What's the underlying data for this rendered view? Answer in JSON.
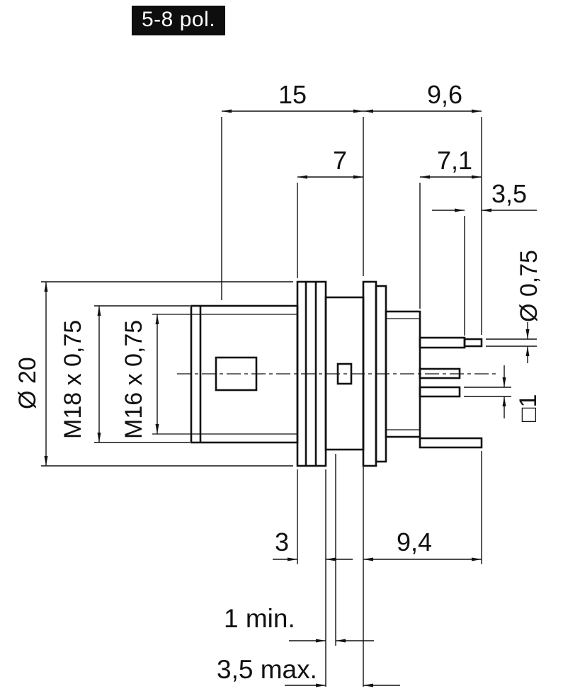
{
  "badge": {
    "label": "5-8 pol."
  },
  "drawing": {
    "dims": {
      "d15": "15",
      "d96": "9,6",
      "d7": "7",
      "d71": "7,1",
      "d35": "3,5",
      "dia075": "Ø 0,75",
      "sq1": "□1",
      "dia20": "Ø 20",
      "m18": "M18 x 0,75",
      "m16": "M16 x 0,75",
      "d3": "3",
      "d94": "9,4",
      "min1": "1 min.",
      "max35": "3,5 max."
    }
  }
}
